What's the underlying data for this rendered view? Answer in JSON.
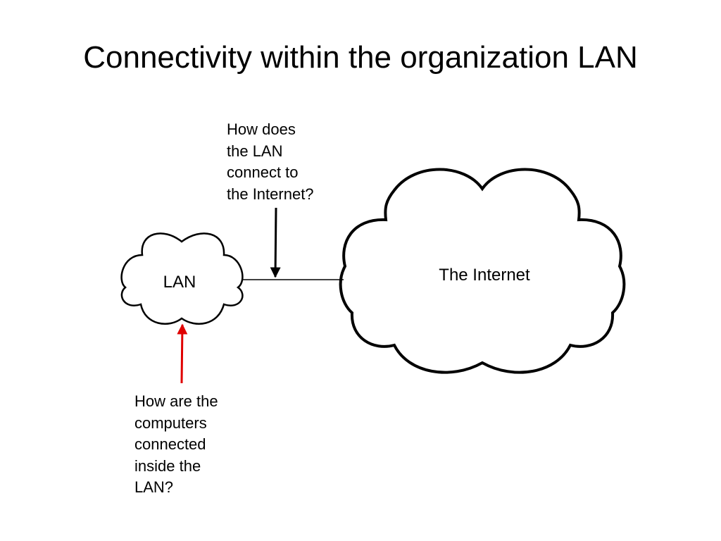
{
  "title": "Connectivity within the organization LAN",
  "lan_cloud": {
    "label": "LAN"
  },
  "internet_cloud": {
    "label": "The Internet"
  },
  "questions": {
    "lan_to_internet": "How does\nthe LAN\nconnect to\nthe Internet?",
    "inside_lan": "How are the\ncomputers\nconnected\ninside the\nLAN?"
  },
  "colors": {
    "outline": "#000000",
    "link_line": "#000000",
    "question_arrow_top": "#000000",
    "question_arrow_bottom": "#e00000"
  }
}
